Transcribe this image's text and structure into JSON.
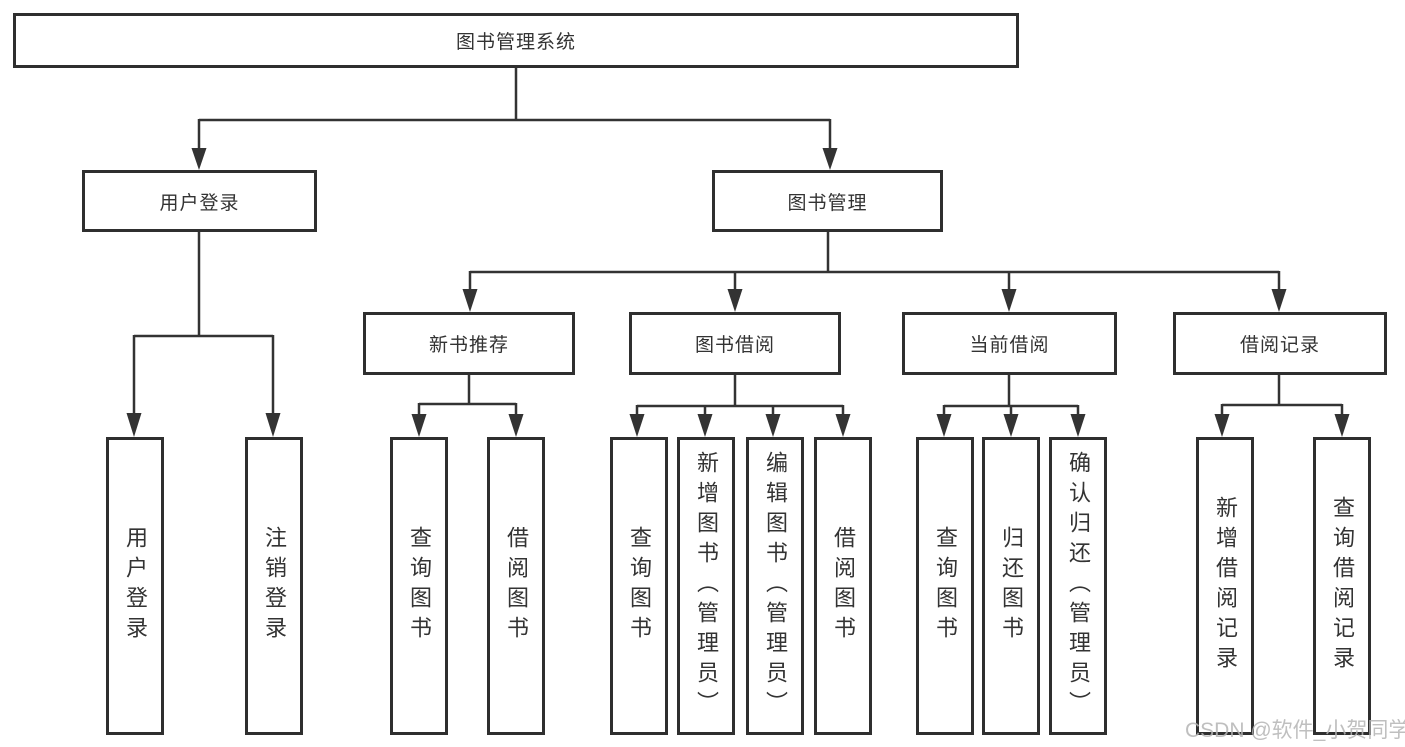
{
  "root": {
    "label": "图书管理系统"
  },
  "branches": [
    {
      "label": "用户登录",
      "children": [
        {
          "label": "用户登录"
        },
        {
          "label": "注销登录"
        }
      ]
    },
    {
      "label": "图书管理",
      "modules": [
        {
          "label": "新书推荐",
          "children": [
            {
              "label": "查询图书"
            },
            {
              "label": "借阅图书"
            }
          ]
        },
        {
          "label": "图书借阅",
          "children": [
            {
              "label": "查询图书"
            },
            {
              "label": "新增图书（管理员）"
            },
            {
              "label": "编辑图书（管理员）"
            },
            {
              "label": "借阅图书"
            }
          ]
        },
        {
          "label": "当前借阅",
          "children": [
            {
              "label": "查询图书"
            },
            {
              "label": "归还图书"
            },
            {
              "label": "确认归还（管理员）"
            }
          ]
        },
        {
          "label": "借阅记录",
          "children": [
            {
              "label": "新增借阅记录"
            },
            {
              "label": "查询借阅记录"
            }
          ]
        }
      ]
    }
  ],
  "watermark": "CSDN @软件_小贺同学",
  "colors": {
    "line": "#333333",
    "box_border": "#2f2f2f",
    "box_fill": "#ffffff",
    "text": "#333333",
    "watermark": "#b5b5b5"
  }
}
